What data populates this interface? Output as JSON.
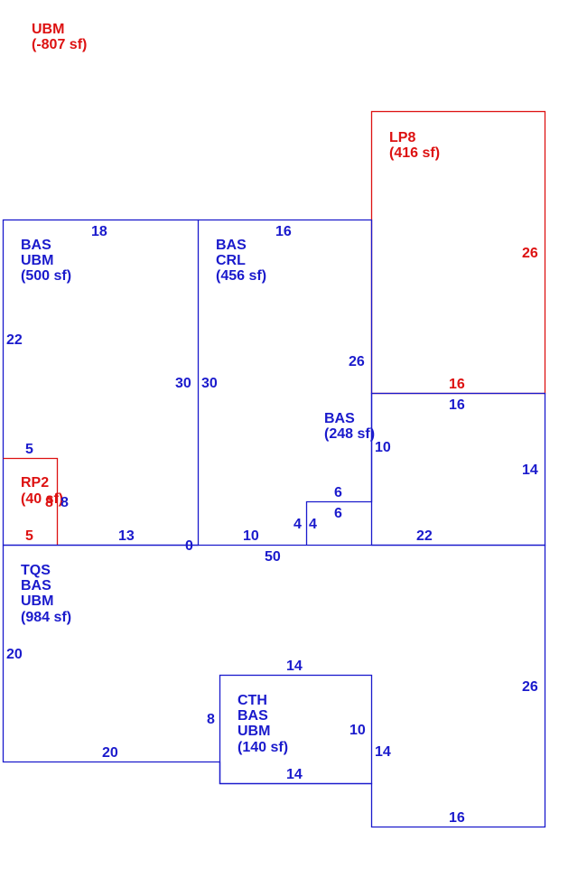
{
  "colors": {
    "main": "#1a1acc",
    "alt": "#dd1111"
  },
  "header_label": {
    "line1": "UBM",
    "line2": "(-807 sf)"
  },
  "areas": {
    "lp8": [
      "LP8",
      "(416 sf)"
    ],
    "bas_ubm_500": [
      "BAS",
      "UBM",
      "(500 sf)"
    ],
    "bas_crl": [
      "BAS",
      "CRL",
      "(456 sf)"
    ],
    "bas_248": [
      "BAS",
      "(248 sf)"
    ],
    "rp2": [
      "RP2",
      "(40 sf)"
    ],
    "tqs": [
      "TQS",
      "BAS",
      "UBM",
      "(984 sf)"
    ],
    "cth": [
      "CTH",
      "BAS",
      "UBM",
      "(140 sf)"
    ]
  },
  "dims": {
    "lp8_right": "26",
    "lp8_bottom": "16",
    "top_left": "18",
    "top_mid": "16",
    "left_22": "22",
    "left_30": "30",
    "mid_30": "30",
    "right_26": "26",
    "bas248_top": "16",
    "bas248_left": "10",
    "bas248_right": "14",
    "step_top": "6",
    "step_bottom": "6",
    "step_left": "4",
    "step_right": "4",
    "rp2_top": "5",
    "rp2_side_a": "8",
    "rp2_side_b": "8",
    "rp2_bottom": "5",
    "base_13": "13",
    "base_0": "0",
    "base_10": "10",
    "base_22": "22",
    "base_50": "50",
    "tqs_left": "20",
    "tqs_bottom": "20",
    "tqs_right": "26",
    "cth_top": "14",
    "cth_left": "8",
    "cth_right": "10",
    "cth_bottom": "14",
    "cth_outer": "14",
    "bottom_16": "16"
  }
}
